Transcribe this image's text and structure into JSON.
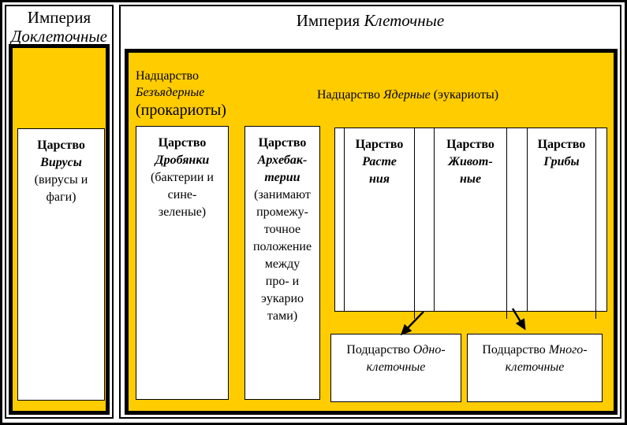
{
  "palette": {
    "yellow": "#FFCC00",
    "line": "#000000",
    "background": "#FFFFFF"
  },
  "left_panel": {
    "title": {
      "regular": "Империя",
      "italic": "Доклеточные"
    },
    "virus_box": {
      "rank": "Царство",
      "name": "Вирусы",
      "note": "(вирусы и\nфаги)"
    }
  },
  "right_panel": {
    "title": {
      "regular": "Империя",
      "italic": "Клеточные"
    },
    "superkingdom_prokaryotes": {
      "rank": "Надцарство",
      "name": "Безъядерные",
      "note": "(прокариоты)"
    },
    "superkingdom_eukaryotes": {
      "rank": "Надцарство",
      "name": "Ядерные",
      "note": "(эукариоты)"
    },
    "kingdom_drobyanki": {
      "rank": "Царство",
      "name": "Дробянки",
      "note": "(бактерии и\nсине-\nзеленые)"
    },
    "kingdom_archaebacteria": {
      "rank": "Царство",
      "name": "Архебак-\nтерии",
      "note": "(занимают\nпромежу-\nточное\nположение\nмежду\nпро- и\nэукарио\nтами)"
    },
    "kingdom_plants": {
      "rank": "Царство",
      "name": "Расте\nния"
    },
    "kingdom_animals": {
      "rank": "Царство",
      "name": "Живот-\nные"
    },
    "kingdom_fungi": {
      "rank": "Царство",
      "name": "Грибы"
    },
    "subkingdom_unicellular": {
      "rank": "Подцарство",
      "name": "Одно-\nклеточные"
    },
    "subkingdom_multicellular": {
      "rank": "Подцарство",
      "name": "Много-\nклеточные"
    }
  }
}
